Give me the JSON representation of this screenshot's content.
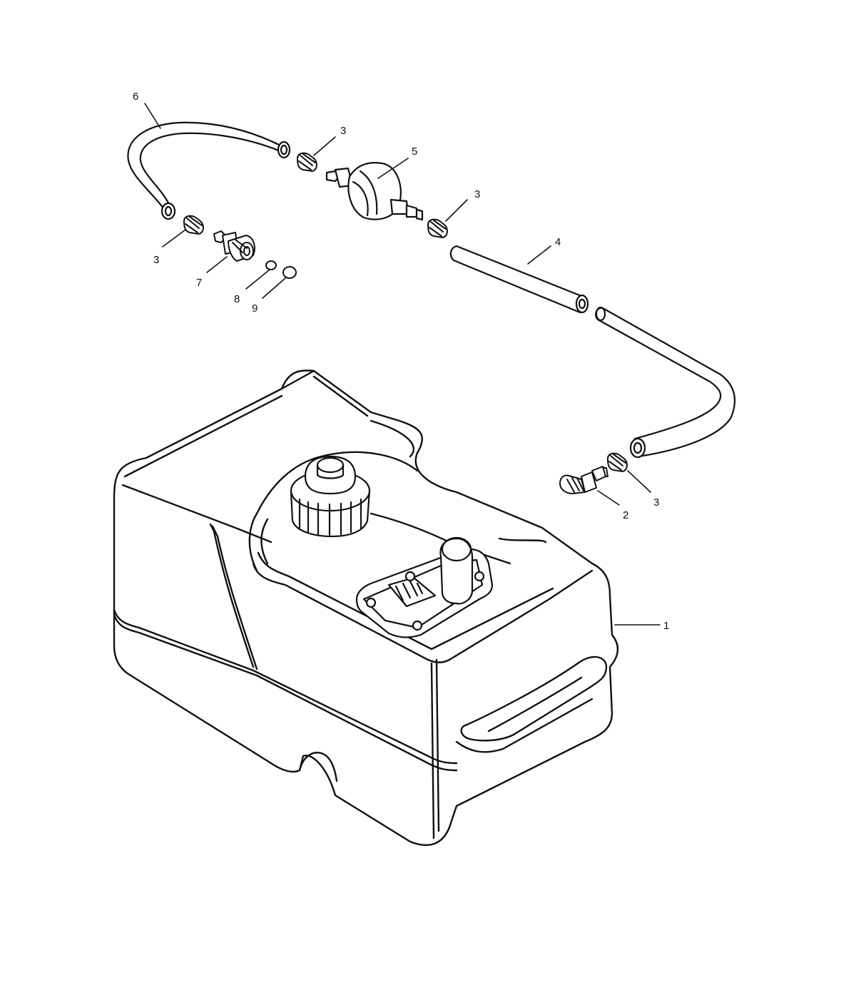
{
  "diagram": {
    "callouts": [
      {
        "id": "c6",
        "label": "6"
      },
      {
        "id": "c3a",
        "label": "3"
      },
      {
        "id": "c5",
        "label": "5"
      },
      {
        "id": "c3b",
        "label": "3"
      },
      {
        "id": "c4",
        "label": "4"
      },
      {
        "id": "c3c",
        "label": "3"
      },
      {
        "id": "c7",
        "label": "7"
      },
      {
        "id": "c8",
        "label": "8"
      },
      {
        "id": "c9",
        "label": "9"
      },
      {
        "id": "c2",
        "label": "2"
      },
      {
        "id": "c3d",
        "label": "3"
      },
      {
        "id": "c1",
        "label": "1"
      }
    ]
  }
}
